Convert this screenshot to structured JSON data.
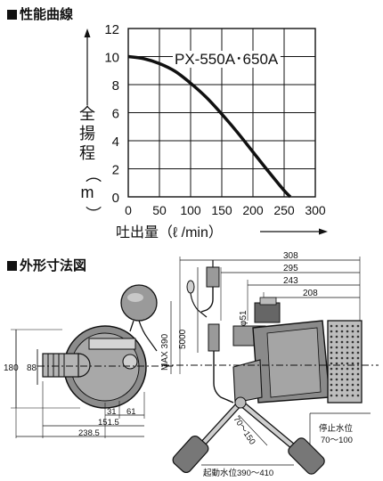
{
  "sections": {
    "performance_title": "性能曲線",
    "dimensions_title": "外形寸法図"
  },
  "chart_data": {
    "type": "line",
    "title": "",
    "xlabel": "吐出量（ℓ /min）",
    "ylabel": "全揚程（m）",
    "xlim": [
      0,
      300
    ],
    "ylim": [
      0,
      12
    ],
    "xticks": [
      0,
      50,
      100,
      150,
      200,
      250,
      300
    ],
    "yticks": [
      0,
      2,
      4,
      6,
      8,
      10,
      12
    ],
    "grid": true,
    "series": [
      {
        "name": "PX-550A･650A",
        "x": [
          0,
          25,
          50,
          75,
          100,
          125,
          150,
          175,
          200,
          225,
          250,
          260
        ],
        "y": [
          10.0,
          9.85,
          9.5,
          8.95,
          8.1,
          7.1,
          5.9,
          4.6,
          3.2,
          1.8,
          0.45,
          0.0
        ]
      }
    ]
  },
  "drawing": {
    "top_view": {
      "dim_180": "180",
      "dim_88": "88",
      "dim_31": "31",
      "dim_61": "61",
      "dim_151_5": "151.5",
      "dim_238_5": "238.5"
    },
    "side_view": {
      "dim_308": "308",
      "dim_295": "295",
      "dim_243": "243",
      "dim_208": "208",
      "dim_phi51": "φ51",
      "dim_5000": "5000",
      "dim_max390": "MAX 390",
      "dim_70_150": "70～150",
      "stop_level_label": "停止水位",
      "stop_level_value": "70～100",
      "start_level": "起動水位390～410"
    }
  }
}
